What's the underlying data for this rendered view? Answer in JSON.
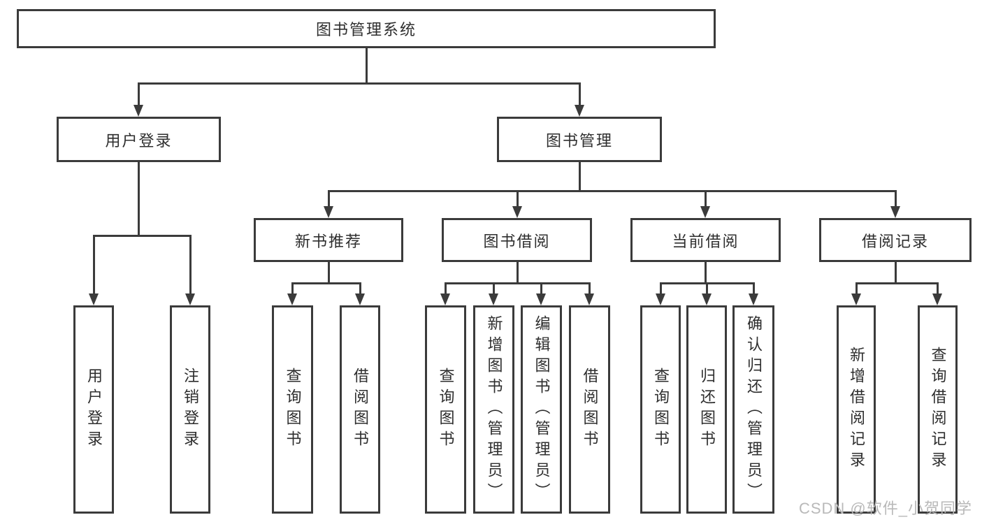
{
  "tree": {
    "root": {
      "label": "图书管理系统"
    },
    "level2": [
      {
        "id": "user-login",
        "label": "用户登录"
      },
      {
        "id": "book-management",
        "label": "图书管理"
      }
    ],
    "level3": [
      {
        "id": "new-book-recommend",
        "label": "新书推荐",
        "parent": "book-management"
      },
      {
        "id": "book-borrowing",
        "label": "图书借阅",
        "parent": "book-management"
      },
      {
        "id": "current-borrowing",
        "label": "当前借阅",
        "parent": "book-management"
      },
      {
        "id": "borrowing-records",
        "label": "借阅记录",
        "parent": "book-management"
      }
    ],
    "leaves": {
      "user_login": [
        "用户登录",
        "注销登录"
      ],
      "new_book_recommend": [
        "查询图书",
        "借阅图书"
      ],
      "book_borrowing": [
        "查询图书",
        "新增图书（管理员）",
        "编辑图书（管理员）",
        "借阅图书"
      ],
      "current_borrowing": [
        "查询图书",
        "归还图书",
        "确认归还（管理员）"
      ],
      "borrowing_records": [
        "新增借阅记录",
        "查询借阅记录"
      ]
    }
  },
  "watermark": {
    "text": "CSDN @软件_小贺同学"
  },
  "colors": {
    "line": "#3b3b3b",
    "text": "#2e2e2e",
    "watermark": "#b9b9b9",
    "background": "#ffffff"
  }
}
